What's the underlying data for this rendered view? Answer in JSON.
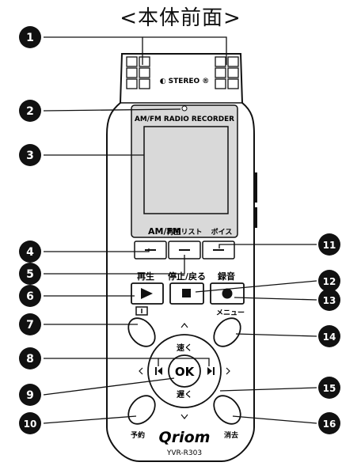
{
  "title": "<本体前面>",
  "device": {
    "stereo_label": "◐ STEREO ®",
    "screen_label": "AM/FM RADIO RECORDER",
    "func_labels": {
      "amfm": "AM/FM",
      "playlist": "再生リスト",
      "voice": "ボイス"
    },
    "btn_labels": {
      "play": "再生",
      "stop": "停止/戻る",
      "record": "録音"
    },
    "menu_label": "メニュー",
    "fast_label": "速く",
    "slow_label": "遅く",
    "ok_label": "OK",
    "reserve_label": "予約",
    "erase_label": "消去",
    "brand": "Qriom",
    "model": "YVR-R303"
  },
  "callouts": [
    {
      "n": "1"
    },
    {
      "n": "2"
    },
    {
      "n": "3"
    },
    {
      "n": "4"
    },
    {
      "n": "5"
    },
    {
      "n": "6"
    },
    {
      "n": "7"
    },
    {
      "n": "8"
    },
    {
      "n": "9"
    },
    {
      "n": "10"
    },
    {
      "n": "11"
    },
    {
      "n": "12"
    },
    {
      "n": "13"
    },
    {
      "n": "14"
    },
    {
      "n": "15"
    },
    {
      "n": "16"
    }
  ]
}
